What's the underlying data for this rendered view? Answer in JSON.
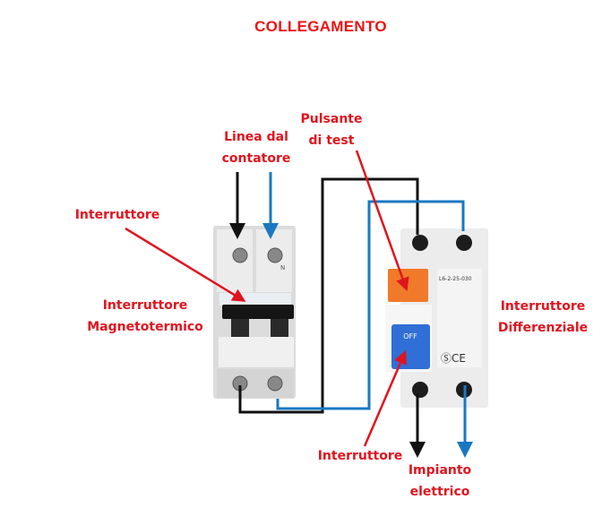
{
  "title": "COLLEGAMENTO",
  "labels": {
    "line_from_meter": [
      "Linea dal",
      "contatore"
    ],
    "test_button": [
      "Pulsante",
      "di test"
    ],
    "switch_left": "Interruttore",
    "mcb": [
      "Interruttore",
      "Magnetotermico"
    ],
    "rcd": [
      "Interruttore",
      "Differenziale"
    ],
    "switch_bottom": "Interruttore",
    "installation": [
      "Impianto",
      "elettrico"
    ]
  },
  "device_text": {
    "rcd_switch": "OFF",
    "rcd_model": "L6-2-25-030",
    "neutral_mark": "N"
  },
  "colors": {
    "label_red": "#e0141e",
    "phase_wire": "#111111",
    "neutral_wire": "#1a78c2",
    "test_button": "#f07a2a",
    "rcd_switch": "#2f6fd6"
  }
}
